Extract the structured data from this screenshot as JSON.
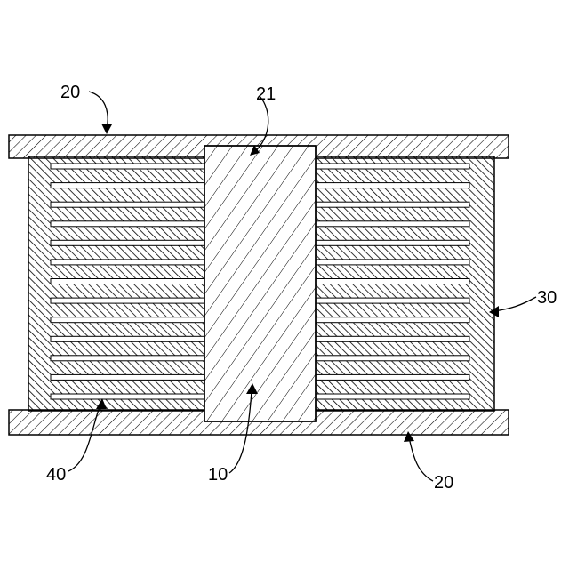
{
  "figure": {
    "components": {
      "center_core": {
        "ref": "10",
        "label": "10"
      },
      "top_plate": {
        "ref": "20",
        "label": "20"
      },
      "bottom_plate": {
        "ref": "20",
        "label": "20"
      },
      "core_top_face": {
        "ref": "21",
        "label": "21"
      },
      "right_body": {
        "ref": "30",
        "label": "30"
      },
      "inner_layers": {
        "ref": "40",
        "label": "40"
      }
    },
    "layer_count_per_side": 13
  }
}
